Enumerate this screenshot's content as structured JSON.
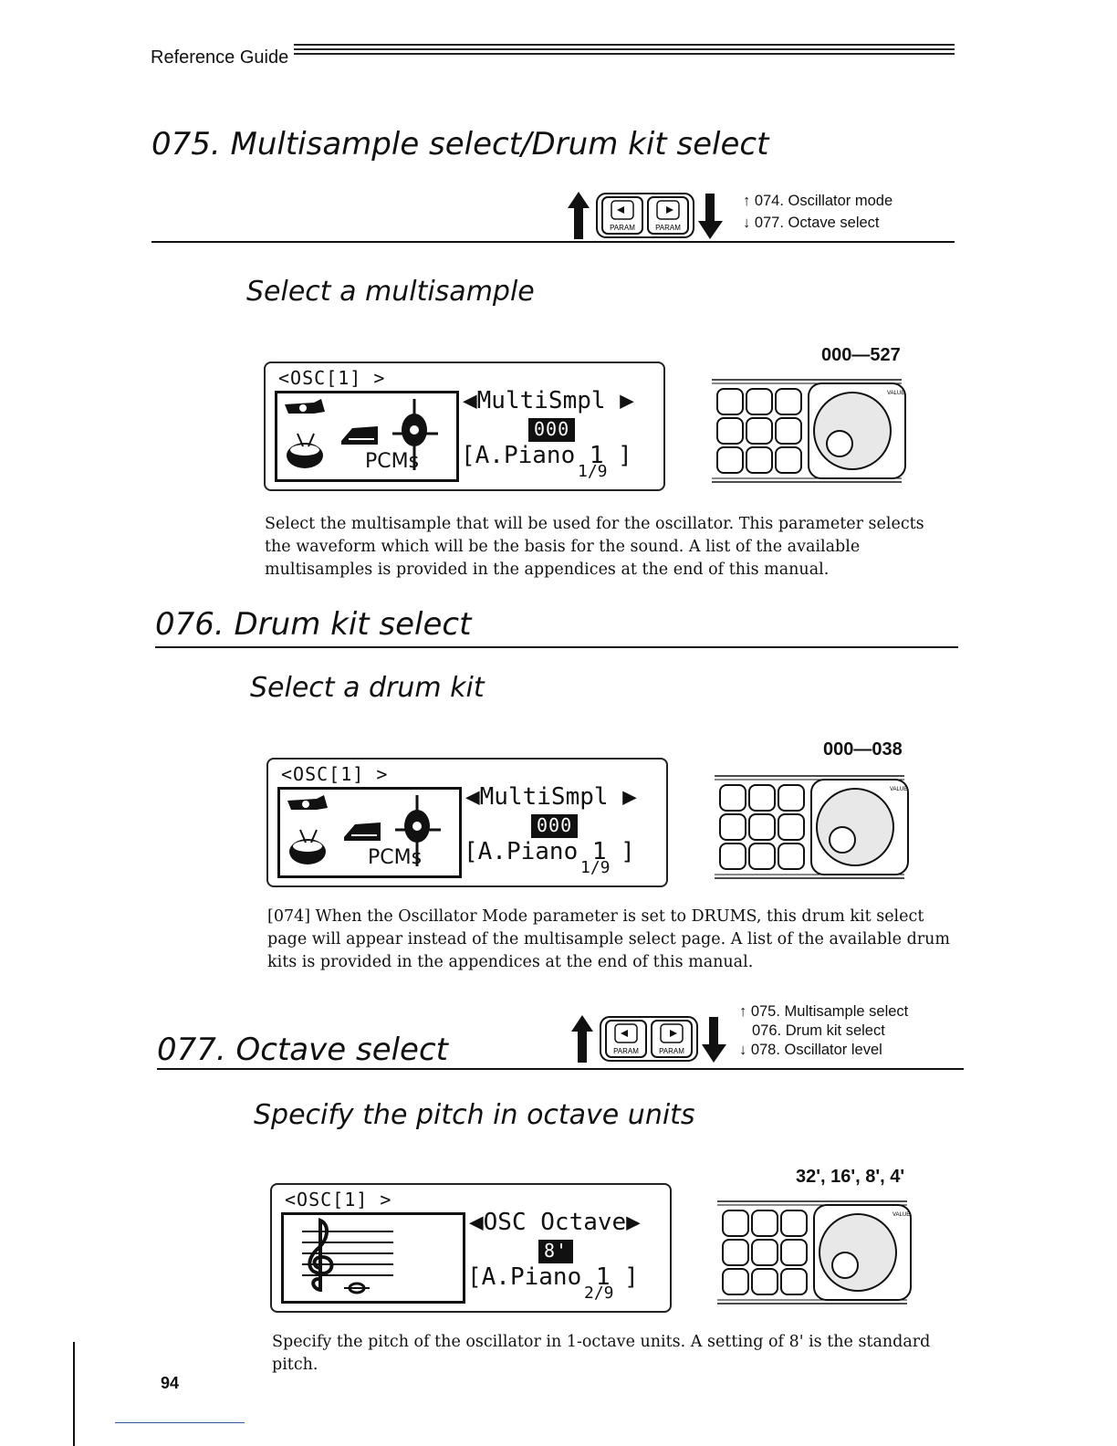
{
  "header": {
    "title": "Reference Guide"
  },
  "s075": {
    "title": "075. Multisample select/Drum kit select",
    "nav": {
      "up": "↑ 074. Oscillator mode",
      "down": "↓ 077. Octave select"
    },
    "subtitle": "Select a multisample",
    "range": "000—527",
    "lcd": {
      "top": "<OSC[1]    >",
      "pcms": "PCMs",
      "param": "◀MultiSmpl ▶",
      "value": "000",
      "program": "[A.Piano 1 ]",
      "page": "1/9"
    },
    "body": "Select the multisample that will be used for the oscillator. This parameter selects the waveform which will be the basis for the sound. A list of the available multisamples is provided in the appendices at the end of this manual."
  },
  "s076": {
    "title": "076. Drum kit select",
    "subtitle": "Select a drum kit",
    "range": "000—038",
    "lcd": {
      "top": "<OSC[1]    >",
      "pcms": "PCMs",
      "param": "◀MultiSmpl ▶",
      "value": "000",
      "program": "[A.Piano 1 ]",
      "page": "1/9"
    },
    "body": "[074] When the Oscillator Mode parameter is set to DRUMS, this drum kit select page will appear instead of the multisample select page. A list of the available drum kits is provided in the appendices at the end of this manual."
  },
  "s077": {
    "title": "077. Octave select",
    "nav": {
      "up": "↑ 075. Multisample select",
      "mid": "076. Drum kit select",
      "down": "↓ 078. Oscillator level"
    },
    "subtitle": "Specify the pitch in octave units",
    "range": "32', 16', 8', 4'",
    "lcd": {
      "top": "<OSC[1]    >",
      "param": "◀OSC Octave▶",
      "value": "8'",
      "program": "[A.Piano 1 ]",
      "page": "2/9"
    },
    "body": "Specify the pitch of the oscillator in 1-octave units. A setting of 8' is the standard pitch."
  },
  "nav_labels": {
    "param_left": "◀",
    "param_right": "▶",
    "param": "PARAM",
    "value": "VALUE"
  },
  "footer": {
    "page_number": "94"
  }
}
